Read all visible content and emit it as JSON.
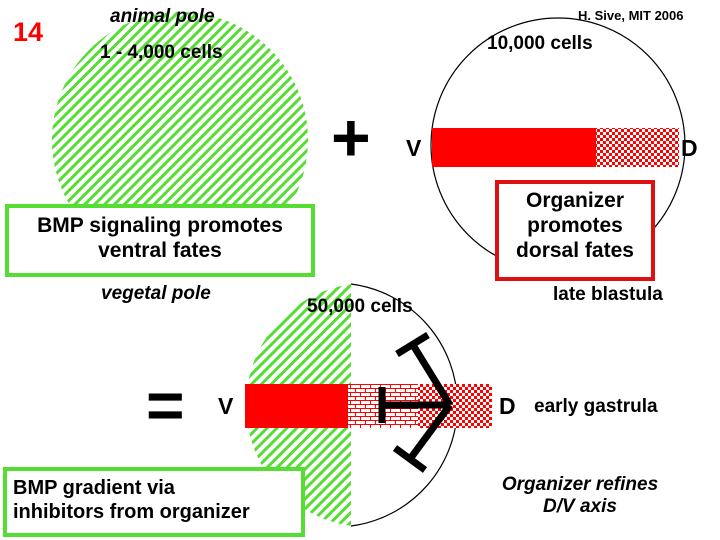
{
  "slide_number": "14",
  "credit": "H. Sive, MIT 2006",
  "colors": {
    "bmp_green": "#55dd33",
    "organizer_red": "#ff0000",
    "slide_number_red": "#ff0000"
  },
  "top_left": {
    "pole_top": "animal pole",
    "cell_count": "1 - 4,000 cells",
    "pole_bottom": "vegetal pole",
    "box_line1": "BMP signaling promotes",
    "box_line2": "ventral fates"
  },
  "operators": {
    "plus": "+",
    "equals": "="
  },
  "top_right": {
    "cell_count": "10,000 cells",
    "ventral_label": "V",
    "dorsal_label": "D",
    "stage": "late blastula",
    "box_line1": "Organizer",
    "box_line2": "promotes",
    "box_line3": "dorsal fates"
  },
  "bottom": {
    "cell_count": "50,000 cells",
    "ventral_label": "V",
    "dorsal_label": "D",
    "stage": "early gastrula",
    "caption_line1": "Organizer refines",
    "caption_line2": "D/V axis",
    "box_line1": "BMP gradient via",
    "box_line2": "inhibitors from organizer"
  }
}
